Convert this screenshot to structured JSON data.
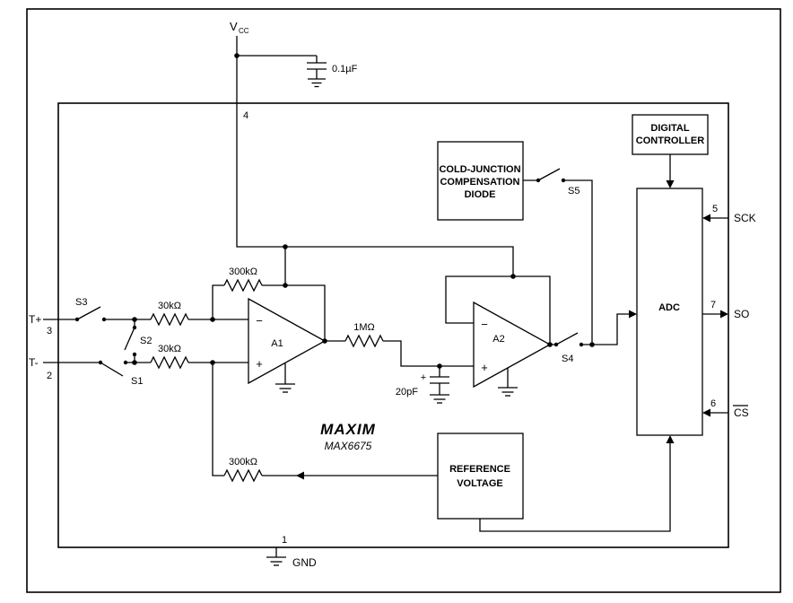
{
  "colors": {
    "line": "#000000",
    "background": "#ffffff"
  },
  "power": {
    "vcc_main": "V",
    "vcc_sub": "CC",
    "pin": "4",
    "bypass_cap": "0.1µF"
  },
  "inputs": {
    "t_plus": {
      "label": "T+",
      "pin": "3",
      "switch": "S3"
    },
    "t_minus": {
      "label": "T-",
      "pin": "2",
      "switch": "S1"
    },
    "bridge_switch": "S2",
    "r_top": "30kΩ",
    "r_bottom": "30kΩ"
  },
  "amplifier1": {
    "label": "A1",
    "minus": "−",
    "plus": "+",
    "feedback_resistor": "300kΩ"
  },
  "integrator": {
    "resistor": "1MΩ",
    "cap": "20pF",
    "cap_polarity": "+"
  },
  "amplifier2": {
    "label": "A2",
    "minus": "−",
    "plus": "+",
    "output_switch": "S4"
  },
  "cjc": {
    "line1": "COLD-JUNCTION",
    "line2": "COMPENSATION",
    "line3": "DIODE",
    "switch": "S5"
  },
  "controller": {
    "line1": "DIGITAL",
    "line2": "CONTROLLER"
  },
  "adc": {
    "label": "ADC",
    "sck": {
      "pin": "5",
      "label": "SCK"
    },
    "so": {
      "pin": "7",
      "label": "SO"
    },
    "cs": {
      "pin": "6",
      "label": "CS"
    }
  },
  "reference": {
    "line1": "REFERENCE",
    "line2": "VOLTAGE",
    "resistor": "300kΩ"
  },
  "ground": {
    "pin": "1",
    "label": "GND"
  },
  "branding": {
    "logo": "MAXIM",
    "part": "MAX6675"
  }
}
